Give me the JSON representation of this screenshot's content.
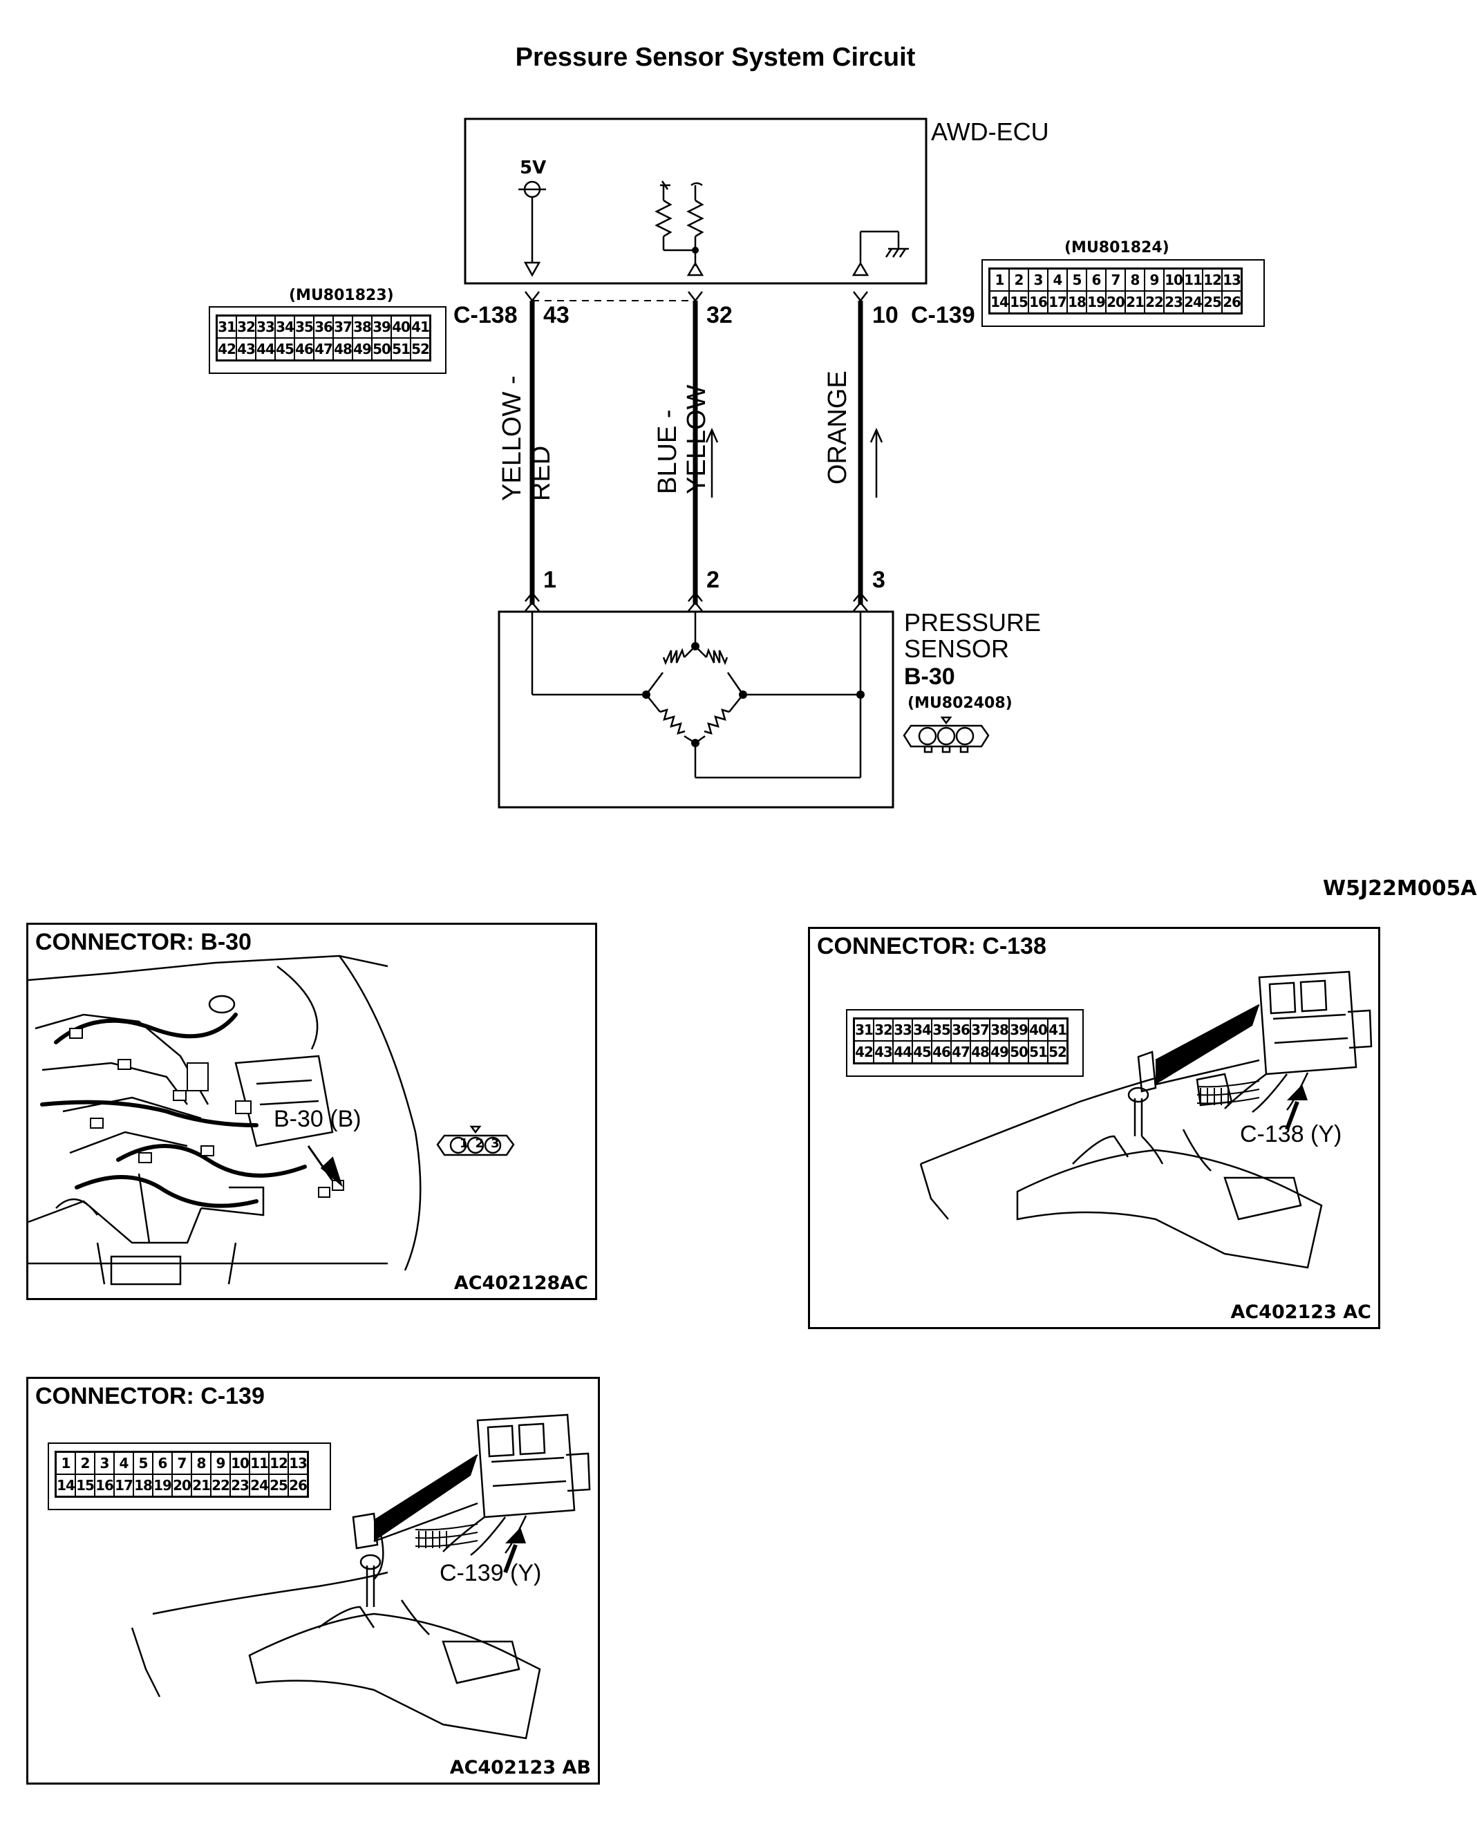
{
  "title": "Pressure Sensor System Circuit",
  "ecu": {
    "name": "AWD-ECU",
    "supply_label": "5V"
  },
  "connectors": {
    "c138": {
      "name": "C-138",
      "part": "(MU801823)",
      "row1": [
        "31",
        "32",
        "33",
        "34",
        "35",
        "36",
        "37",
        "38",
        "39",
        "40",
        "41"
      ],
      "row2": [
        "42",
        "43",
        "44",
        "45",
        "46",
        "47",
        "48",
        "49",
        "50",
        "51",
        "52"
      ]
    },
    "c139": {
      "name": "C-139",
      "part": "(MU801824)",
      "row1": [
        "1",
        "2",
        "3",
        "4",
        "5",
        "6",
        "7",
        "8",
        "9",
        "10",
        "11",
        "12",
        "13"
      ],
      "row2": [
        "14",
        "15",
        "16",
        "17",
        "18",
        "19",
        "20",
        "21",
        "22",
        "23",
        "24",
        "25",
        "26"
      ]
    },
    "b30": {
      "name": "B-30",
      "part": "(MU802408)",
      "pins": [
        "1",
        "2",
        "3"
      ]
    }
  },
  "wires": [
    {
      "ecu_pin": "43",
      "sensor_pin": "1",
      "color_line1": "YELLOW -",
      "color_line2": "RED"
    },
    {
      "ecu_pin": "32",
      "sensor_pin": "2",
      "color_line1": "BLUE -",
      "color_line2": "YELLOW"
    },
    {
      "ecu_pin": "10",
      "sensor_pin": "3",
      "color_line1": "ORANGE",
      "color_line2": ""
    }
  ],
  "sensor": {
    "name_line1": "PRESSURE",
    "name_line2": "SENSOR",
    "connector": "B-30"
  },
  "figure_code": "W5J22M005A",
  "panels": {
    "b30": {
      "heading": "CONNECTOR: B-30",
      "callout": "B-30 (B)",
      "code": "AC402128AC"
    },
    "c138": {
      "heading": "CONNECTOR: C-138",
      "callout": "C-138 (Y)",
      "code": "AC402123 AC"
    },
    "c139": {
      "heading": "CONNECTOR: C-139",
      "callout": "C-139 (Y)",
      "code": "AC402123 AB"
    }
  }
}
